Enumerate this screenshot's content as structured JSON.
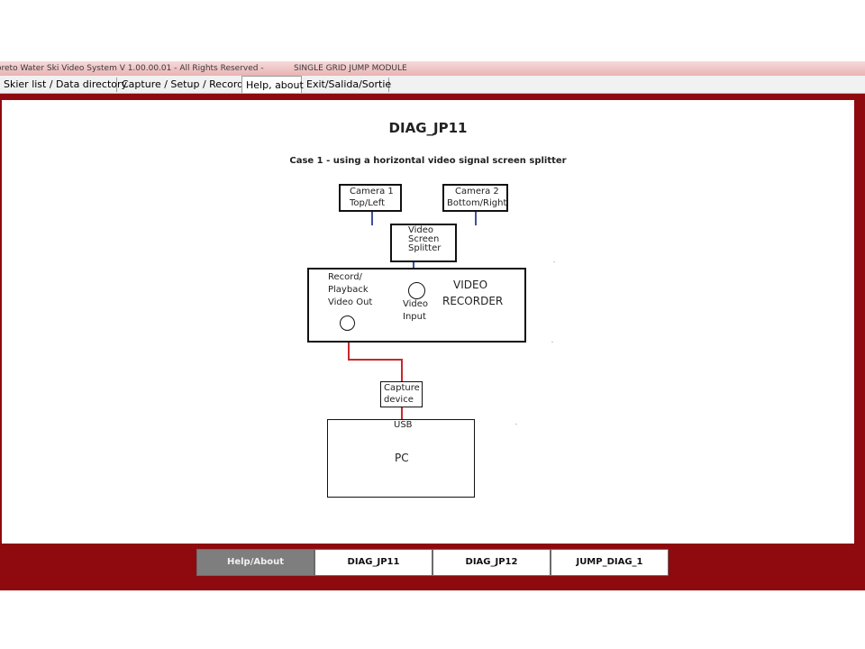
{
  "titlebar": {
    "app_title": "oreto Water Ski Video System V 1.00.00.01 - All Rights Reserved -",
    "module": "SINGLE GRID JUMP MODULE"
  },
  "menu": {
    "items": [
      {
        "label": "Skier list / Data directory"
      },
      {
        "label": "Capture / Setup / Record"
      },
      {
        "label": "Help, about"
      },
      {
        "label": "Exit/Salida/Sortie"
      }
    ]
  },
  "diagram": {
    "title": "DIAG_JP11",
    "subtitle": "Case 1 - using a horizontal video signal screen splitter",
    "camera1": {
      "line1": "Camera 1",
      "line2": "Top/Left"
    },
    "camera2": {
      "line1": "Camera 2",
      "line2": "Bottom/Right"
    },
    "splitter": {
      "line1": "Video",
      "line2": "Screen",
      "line3": "Splitter"
    },
    "recorder": {
      "left_line1": "Record/",
      "left_line2": "Playback",
      "left_line3": "Video Out",
      "input_line1": "Video",
      "input_line2": "Input",
      "title_line1": "VIDEO",
      "title_line2": "RECORDER"
    },
    "capture": {
      "line1": "Capture",
      "line2": "device"
    },
    "usb_label": "USB",
    "pc_label": "PC",
    "colors": {
      "video_wire": "#3f4fa0",
      "capture_wire": "#c8282b"
    }
  },
  "bottom_buttons": [
    {
      "label": "Help/About"
    },
    {
      "label": "DIAG_JP11"
    },
    {
      "label": "DIAG_JP12"
    },
    {
      "label": "JUMP_DIAG_1"
    }
  ],
  "colors": {
    "frame": "#8e0a0f",
    "selected_button": "#7e7e7e"
  }
}
